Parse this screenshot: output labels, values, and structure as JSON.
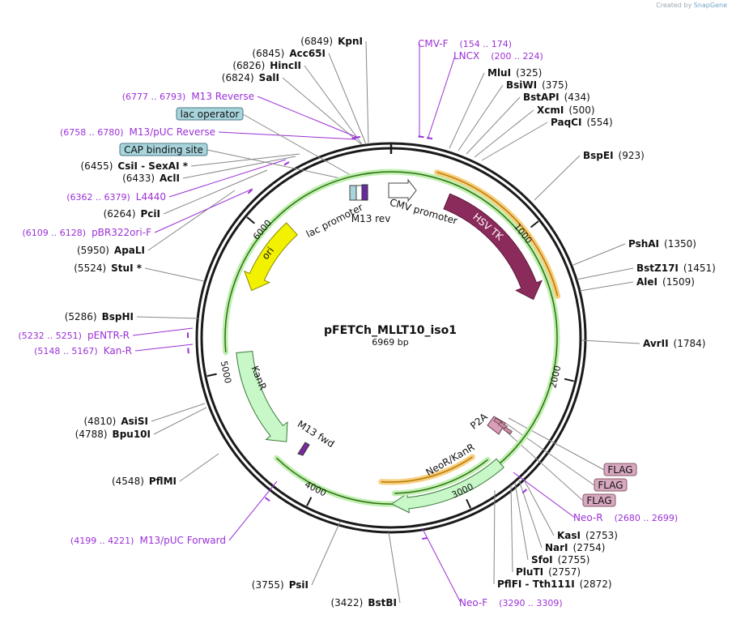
{
  "plasmid": {
    "name": "pFETCh_MLLT10_iso1",
    "length_label": "6969 bp",
    "total_bp": 6969
  },
  "credit": {
    "prefix": "Created by",
    "brand": "SnapGene"
  },
  "colors": {
    "backbone": "#1a1a1a",
    "enzyme_line": "#888888",
    "primer": "#9b30d6",
    "hsv_tk": "#8b2b5b",
    "ori": "#f2f200",
    "kanr": "#c8f7c8",
    "neor": "#c8f7c8",
    "promoter": "#ffffff",
    "orange_feature": "#f0a020",
    "green_feature": "#3a8a1a",
    "flag": "#d8a8c0",
    "blue_box": "#a8d4dc"
  },
  "ticks": [
    {
      "bp": 1000,
      "label": "1000"
    },
    {
      "bp": 2000,
      "label": "2000"
    },
    {
      "bp": 3000,
      "label": "3000"
    },
    {
      "bp": 4000,
      "label": "4000"
    },
    {
      "bp": 5000,
      "label": "5000"
    },
    {
      "bp": 6000,
      "label": "6000"
    }
  ],
  "enzymes_right": [
    {
      "name": "MluI",
      "pos": "(325)",
      "bp": 325
    },
    {
      "name": "BsiWI",
      "pos": "(375)",
      "bp": 375
    },
    {
      "name": "BstAPI",
      "pos": "(434)",
      "bp": 434
    },
    {
      "name": "XcmI",
      "pos": "(500)",
      "bp": 500
    },
    {
      "name": "PaqCI",
      "pos": "(554)",
      "bp": 554
    },
    {
      "name": "BspEI",
      "pos": "(923)",
      "bp": 923
    },
    {
      "name": "PshAI",
      "pos": "(1350)",
      "bp": 1350
    },
    {
      "name": "BstZ17I",
      "pos": "(1451)",
      "bp": 1451
    },
    {
      "name": "AleI",
      "pos": "(1509)",
      "bp": 1509
    },
    {
      "name": "AvrII",
      "pos": "(1784)",
      "bp": 1784
    },
    {
      "name": "KasI",
      "pos": "(2753)",
      "bp": 2753
    },
    {
      "name": "NarI",
      "pos": "(2754)",
      "bp": 2754
    },
    {
      "name": "SfoI",
      "pos": "(2755)",
      "bp": 2755
    },
    {
      "name": "PluTI",
      "pos": "(2757)",
      "bp": 2757
    },
    {
      "name": "PflFI - Tth111I",
      "pos": "(2872)",
      "bp": 2872
    }
  ],
  "enzymes_left": [
    {
      "name": "KpnI",
      "pos": "(6849)",
      "bp": 6849
    },
    {
      "name": "Acc65I",
      "pos": "(6845)",
      "bp": 6845
    },
    {
      "name": "HincII",
      "pos": "(6826)",
      "bp": 6826
    },
    {
      "name": "SalI",
      "pos": "(6824)",
      "bp": 6824
    },
    {
      "name": "CsiI - SexAI *",
      "pos": "(6455)",
      "bp": 6455
    },
    {
      "name": "AclI",
      "pos": "(6433)",
      "bp": 6433
    },
    {
      "name": "PciI",
      "pos": "(6264)",
      "bp": 6264
    },
    {
      "name": "ApaLI",
      "pos": "(5950)",
      "bp": 5950
    },
    {
      "name": "StuI *",
      "pos": "(5524)",
      "bp": 5524
    },
    {
      "name": "BspHI",
      "pos": "(5286)",
      "bp": 5286
    },
    {
      "name": "AsiSI",
      "pos": "(4810)",
      "bp": 4810
    },
    {
      "name": "Bpu10I",
      "pos": "(4788)",
      "bp": 4788
    },
    {
      "name": "PflMI",
      "pos": "(4548)",
      "bp": 4548
    },
    {
      "name": "PsiI",
      "pos": "(3755)",
      "bp": 3755
    },
    {
      "name": "BstBI",
      "pos": "(3422)",
      "bp": 3422
    }
  ],
  "primers": [
    {
      "name": "CMV-F",
      "range": "(154 .. 174)",
      "bp": 164
    },
    {
      "name": "LNCX",
      "range": "(200 .. 224)",
      "bp": 212
    },
    {
      "name": "M13 Reverse",
      "range": "(6777 .. 6793)",
      "bp": 6785
    },
    {
      "name": "M13/pUC Reverse",
      "range": "(6758 .. 6780)",
      "bp": 6769
    },
    {
      "name": "L4440",
      "range": "(6362 .. 6379)",
      "bp": 6370
    },
    {
      "name": "pBR322ori-F",
      "range": "(6109 .. 6128)",
      "bp": 6118
    },
    {
      "name": "pENTR-R",
      "range": "(5232 .. 5251)",
      "bp": 5241
    },
    {
      "name": "Kan-R",
      "range": "(5148 .. 5167)",
      "bp": 5157
    },
    {
      "name": "M13/pUC Forward",
      "range": "(4199 .. 4221)",
      "bp": 4210
    },
    {
      "name": "Neo-F",
      "range": "(3290 .. 3309)",
      "bp": 3300
    },
    {
      "name": "Neo-R",
      "range": "(2680 .. 2699)",
      "bp": 2690
    }
  ],
  "boxed_labels": [
    {
      "name": "lac operator",
      "kind": "blue"
    },
    {
      "name": "CAP binding site",
      "kind": "blue"
    },
    {
      "name": "FLAG",
      "kind": "pink"
    },
    {
      "name": "FLAG",
      "kind": "pink"
    },
    {
      "name": "FLAG",
      "kind": "pink"
    }
  ],
  "features": [
    {
      "name": "HSV TK",
      "start": 430,
      "end": 1450,
      "kind": "hsv"
    },
    {
      "name": "CMV promoter",
      "start": 6969,
      "end": 230,
      "kind": "promoter"
    },
    {
      "name": "lac promoter",
      "start": 6700,
      "end": 6810,
      "kind": "lac"
    },
    {
      "name": "M13 rev",
      "start": 6775,
      "end": 6795,
      "kind": "m13rev"
    },
    {
      "name": "ori",
      "start": 6150,
      "end": 5580,
      "kind": "ori"
    },
    {
      "name": "KanR",
      "start": 5130,
      "end": 4340,
      "kind": "kanr"
    },
    {
      "name": "M13 fwd",
      "start": 4230,
      "end": 4200,
      "kind": "m13fwd"
    },
    {
      "name": "NeoR/KanR",
      "start": 2700,
      "end": 3490,
      "kind": "neor"
    },
    {
      "name": "P2A",
      "start": 2600,
      "end": 2680,
      "kind": "p2a"
    }
  ]
}
